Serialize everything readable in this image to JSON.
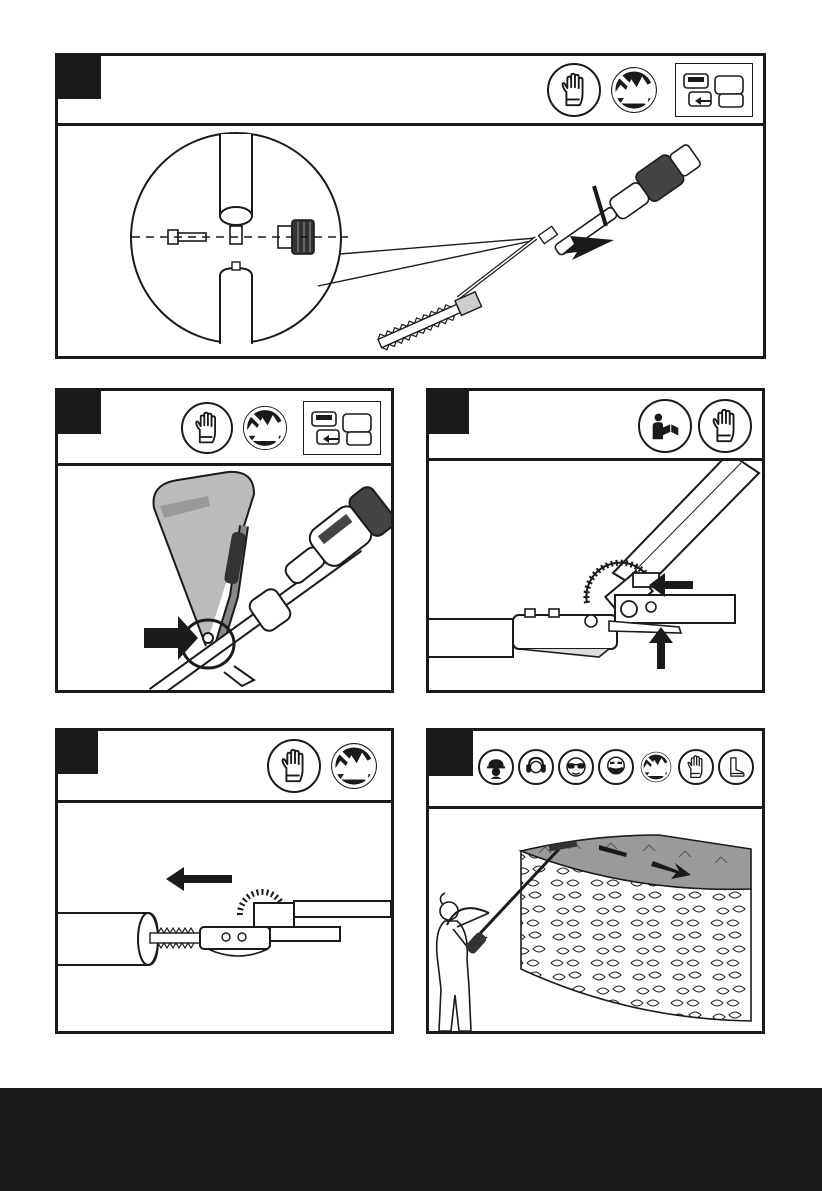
{
  "colors": {
    "ink": "#1a1a1a",
    "footer": "#1c1c1c",
    "paper": "#ffffff"
  },
  "panels": [
    {
      "id": "attach-attachment",
      "icons": [
        "gloves-icon",
        "no-hand-on-blade-icon",
        "remove-battery-icon"
      ]
    },
    {
      "id": "shoulder-strap",
      "icons": [
        "gloves-icon",
        "no-hand-on-blade-icon",
        "remove-battery-icon"
      ]
    },
    {
      "id": "adjust-angle",
      "icons": [
        "read-manual-icon",
        "gloves-icon"
      ]
    },
    {
      "id": "blade-cover",
      "icons": [
        "gloves-icon",
        "no-hand-on-blade-icon"
      ]
    },
    {
      "id": "operation",
      "icons": [
        "hard-hat-icon",
        "ear-protection-icon",
        "safety-glasses-icon",
        "dust-mask-icon",
        "no-hand-on-blade-icon",
        "gloves-icon",
        "safety-boots-icon"
      ]
    }
  ]
}
